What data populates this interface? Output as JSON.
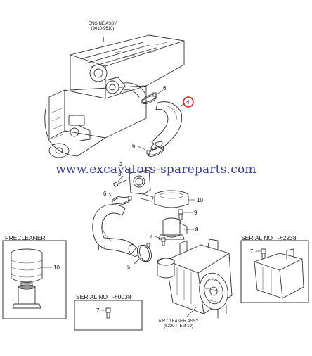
{
  "watermark": "www.excavators-spareparts.com",
  "engine": {
    "title": "ENGINE ASSY",
    "ref": "(9610-9610)"
  },
  "air_cleaner": {
    "title": "AIR CLEANER ASSY",
    "ref": "(6220 ITEM 19)"
  },
  "callouts": {
    "hose_upper": "4",
    "clamp_top": "6",
    "clamp_mid": "6",
    "clamp_low": "6",
    "bracket_2": "2",
    "bolt_3": "3",
    "hose_lower": "1",
    "clamp_5": "5",
    "cap_10": "10",
    "sensor_9": "9",
    "body_8": "8",
    "switch_7": "7"
  },
  "precleaner": {
    "title": "PRECLEANER",
    "item": "10"
  },
  "serial_box_bottom": {
    "title": "SERIAL NO : -#0038",
    "item": "7"
  },
  "serial_box_right": {
    "title": "SERIAL NO : -#2238",
    "item": "7"
  },
  "highlight_color": "#e0201b",
  "watermark_color": "#3a3fa8"
}
